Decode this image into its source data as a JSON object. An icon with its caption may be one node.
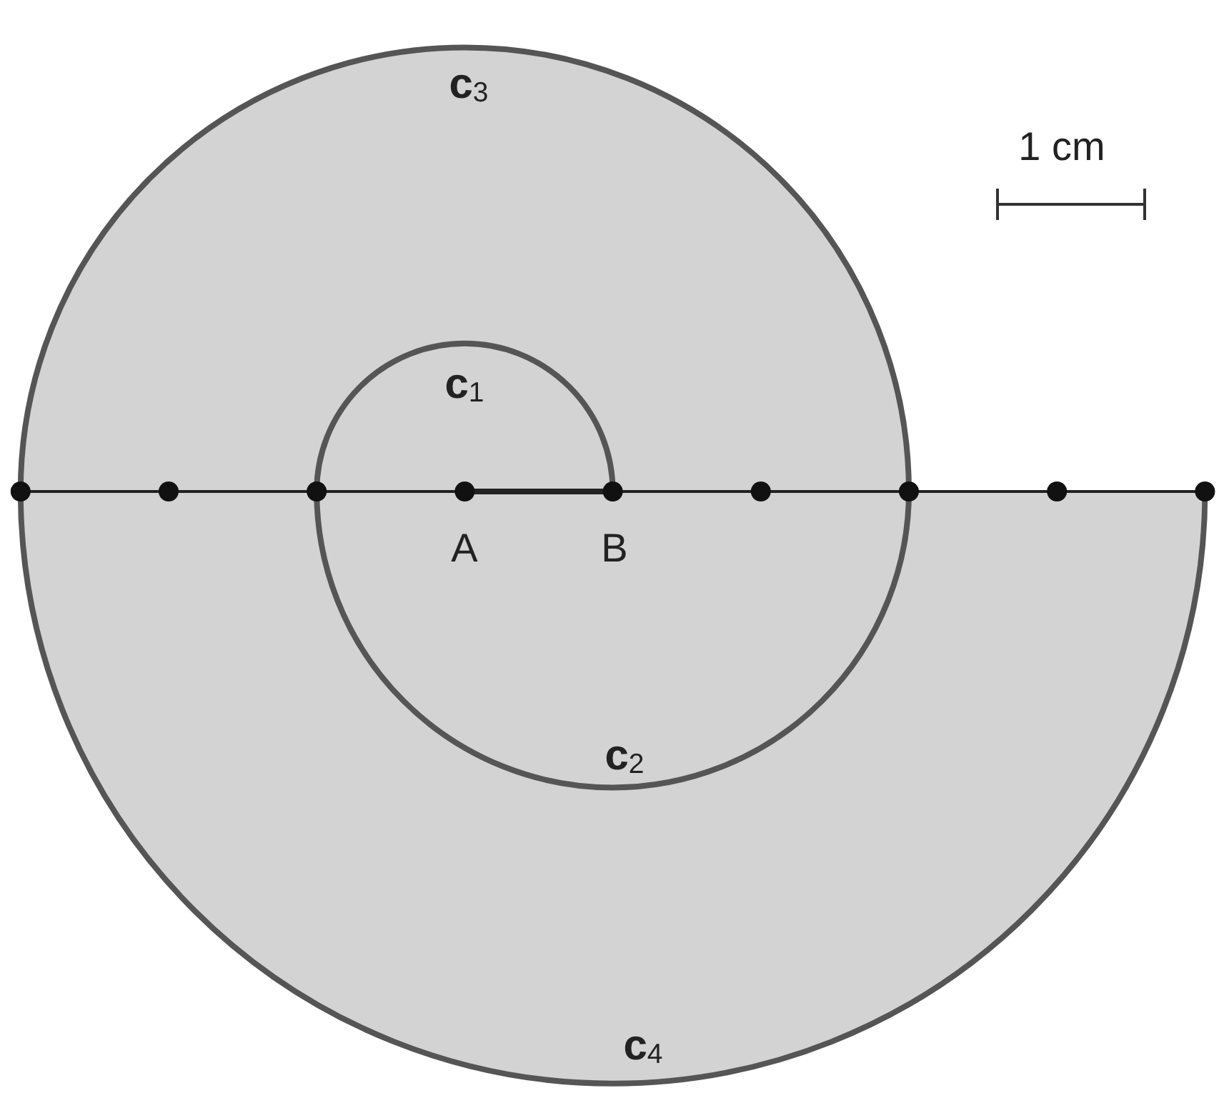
{
  "diagram": {
    "labels": [
      "c$_{3}$",
      "1 cm",
      "c$_{1}$",
      "A",
      "B",
      "c$_{2}$",
      "c$_{4}$"
    ]
  }
}
